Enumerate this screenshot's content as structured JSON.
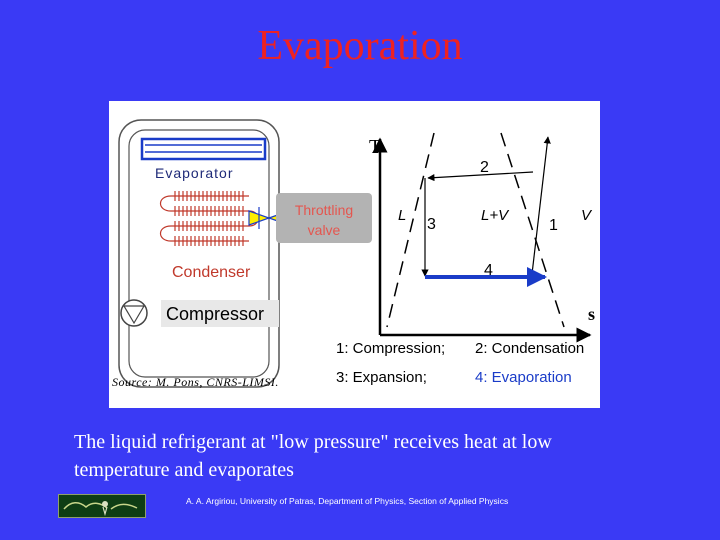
{
  "slide": {
    "title": "Evaporation",
    "caption_line1": "The liquid refrigerant at \"low pressure\" receives heat at low",
    "caption_line2": "temperature and evaporates",
    "footer": "A. A. Argiriou, University of Patras, Department of Physics, Section of Applied Physics"
  },
  "diagram": {
    "evaporator_label": "Evaporator",
    "throttling_label_1": "Throttling",
    "throttling_label_2": "valve",
    "condenser_label": "Condenser",
    "compressor_label": "Compressor",
    "source": "Source: M. Pons, CNRS-LIMSI.",
    "axis_t": "T",
    "axis_s": "s",
    "region_l": "L",
    "region_lv": "L+V",
    "region_v": "V",
    "point_1": "1",
    "point_2": "2",
    "point_3": "3",
    "point_4": "4",
    "legend_1": "1: Compression;",
    "legend_2": "2: Condensation",
    "legend_3": "3: Expansion;",
    "legend_4": "4: Evaporation"
  },
  "colors": {
    "background": "#3a3af5",
    "title": "#ee2222",
    "highlight": "#1a3cc8",
    "valve": "#ffee00"
  }
}
